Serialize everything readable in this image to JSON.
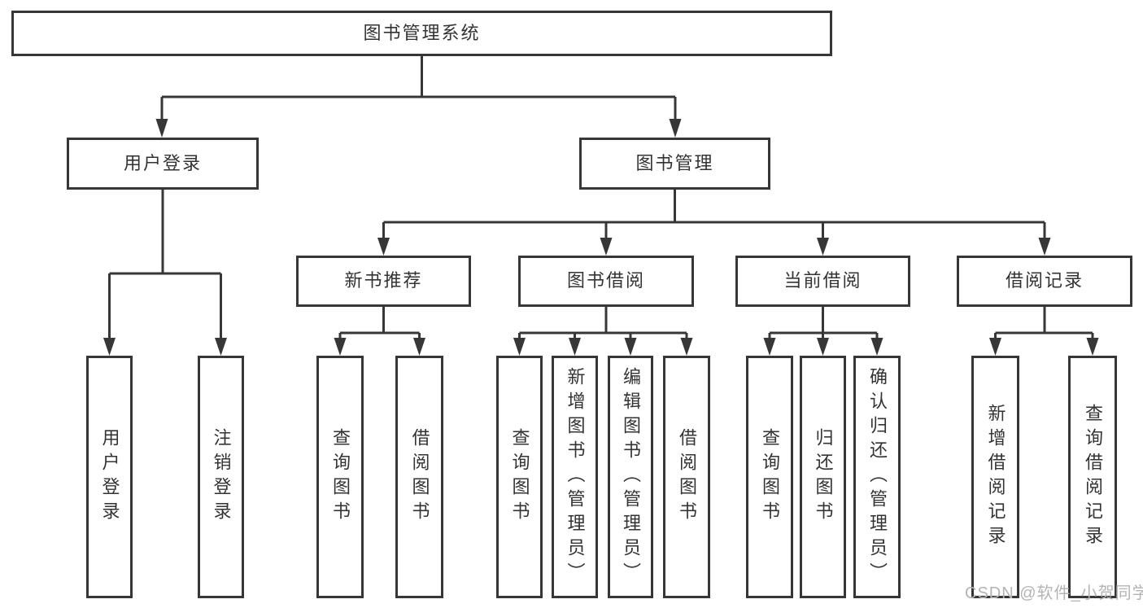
{
  "colors": {
    "line": "#373737",
    "text": "#333333",
    "watermark": "#b4b4b4",
    "background": "#ffffff"
  },
  "watermark": {
    "text": "CSDN @软件_小贺同学"
  },
  "nodes": {
    "root": {
      "label": "图书管理系统"
    },
    "user_login": {
      "label": "用户登录"
    },
    "book_management": {
      "label": "图书管理"
    },
    "leaf_user_login": {
      "label": "用户登录"
    },
    "leaf_logout": {
      "label": "注销登录"
    },
    "new_book_recommend": {
      "label": "新书推荐"
    },
    "book_borrow": {
      "label": "图书借阅"
    },
    "current_borrow": {
      "label": "当前借阅"
    },
    "borrow_records": {
      "label": "借阅记录"
    },
    "nbr_query_books": {
      "label": "查询图书"
    },
    "nbr_borrow_books": {
      "label": "借阅图书"
    },
    "bb_query_books": {
      "label": "查询图书"
    },
    "bb_add_books": {
      "label": "新增图书（管理员）"
    },
    "bb_edit_books": {
      "label": "编辑图书（管理员）"
    },
    "bb_borrow_books": {
      "label": "借阅图书"
    },
    "cb_query_books": {
      "label": "查询图书"
    },
    "cb_return_books": {
      "label": "归还图书"
    },
    "cb_confirm_return": {
      "label": "确认归还（管理员）"
    },
    "br_add_record": {
      "label": "新增借阅记录"
    },
    "br_query_record": {
      "label": "查询借阅记录"
    }
  }
}
